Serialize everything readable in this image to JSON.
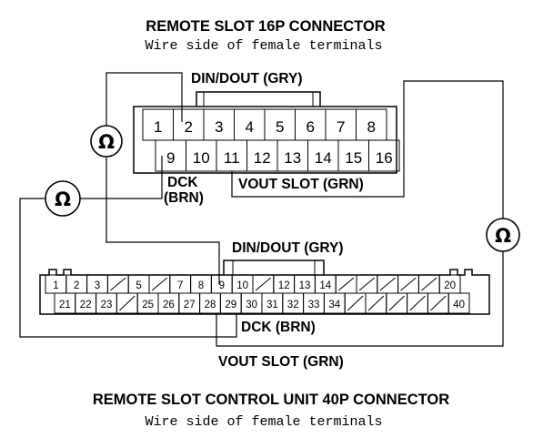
{
  "top_connector": {
    "title": "REMOTE SLOT 16P CONNECTOR",
    "subtitle": "Wire side of female terminals",
    "row1_pins": [
      "1",
      "2",
      "3",
      "4",
      "5",
      "6",
      "7",
      "8"
    ],
    "row2_pins": [
      "9",
      "10",
      "11",
      "12",
      "13",
      "14",
      "15",
      "16"
    ],
    "label_din_dout": "DIN/DOUT (GRY)",
    "label_dck_line1": "DCK",
    "label_dck_line2": "(BRN)",
    "label_vout": "VOUT SLOT (GRN)"
  },
  "bottom_connector": {
    "title": "REMOTE SLOT CONTROL UNIT 40P CONNECTOR",
    "subtitle": "Wire side of female terminals",
    "row1_pins": [
      "1",
      "2",
      "3",
      "",
      "5",
      "",
      "7",
      "8",
      "9",
      "10",
      "",
      "12",
      "13",
      "14",
      "",
      "",
      "",
      "",
      "",
      "20"
    ],
    "row2_pins": [
      "21",
      "22",
      "23",
      "",
      "25",
      "26",
      "27",
      "28",
      "29",
      "30",
      "31",
      "32",
      "33",
      "34",
      "",
      "",
      "",
      "",
      "",
      "40"
    ],
    "label_din_dout": "DIN/DOUT (GRY)",
    "label_dck": "DCK (BRN)",
    "label_vout": "VOUT SLOT (GRN)"
  },
  "meter_symbol": "Ω"
}
